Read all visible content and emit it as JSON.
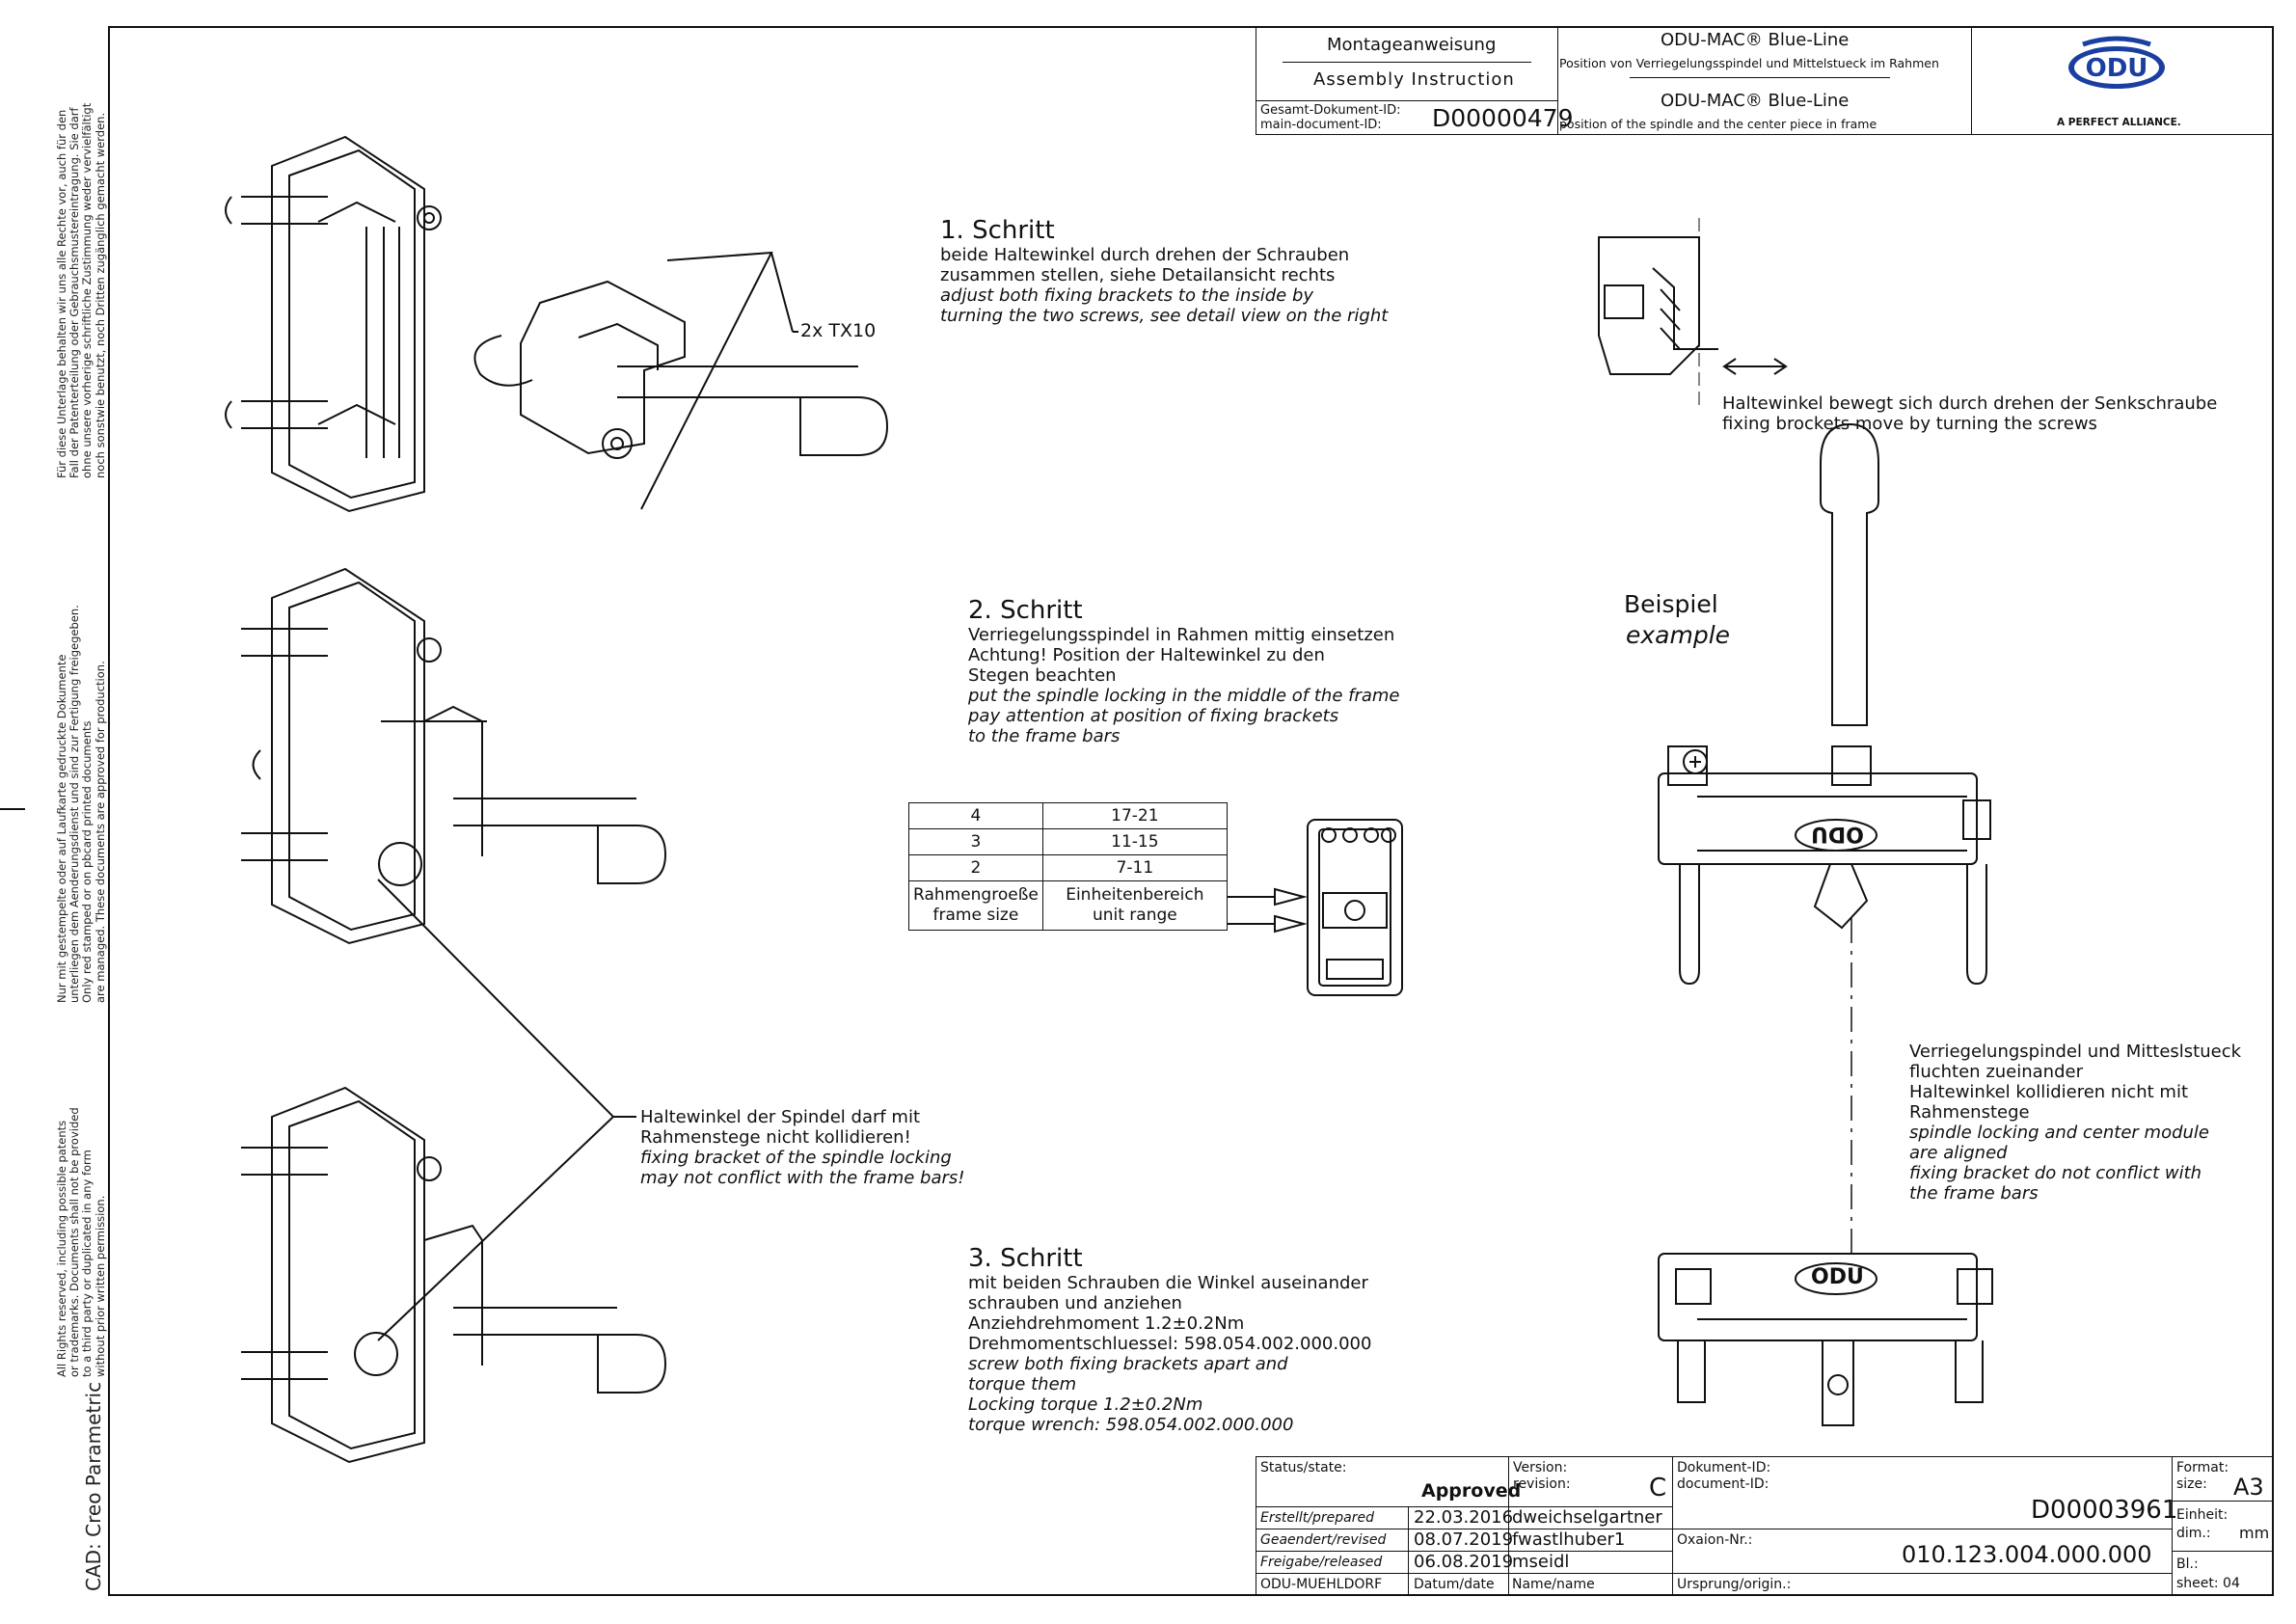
{
  "margin_notes": {
    "top": [
      "Für diese Unterlage behalten wir uns alle Rechte vor, auch für den",
      "Fall der Patenterteilung oder Gebrauchsmustereintragung. Sie darf",
      "ohne unsere vorherige schriftliche Zustimmung weder vervielfältigt",
      "noch sonstwie benutzt, noch Dritten zugänglich gemacht werden."
    ],
    "middle": [
      "Nur mit gestempelte oder auf Laufkarte gedruckte Dokumente",
      "unterliegen dem Aenderungsdienst und sind zur Fertigung freigegeben.",
      "Only red stamped or on pbcard printed documents",
      "are managed. These documents are approved for production."
    ],
    "bottom": [
      "All Rights reserved, including possible patents",
      "or trademarks. Documents shall not be provided",
      "to a third party or duplicated in any form",
      "without prior written permission."
    ],
    "cad": "CAD: Creo Parametric"
  },
  "title_block": {
    "montage_de": "Montageanweisung",
    "montage_en": "Assembly Instruction",
    "main_id_label_de": "Gesamt-Dokument-ID:",
    "main_id_label_en": "main-document-ID:",
    "main_id": "D00000479",
    "product_1": "ODU-MAC® Blue-Line",
    "subtitle_de": "Position von Verriegelungsspindel und Mittelstueck im Rahmen",
    "product_2": "ODU-MAC® Blue-Line",
    "subtitle_en": "position of the spindle and the center piece in frame",
    "logo_text": "ODU",
    "slogan": "A PERFECT ALLIANCE."
  },
  "steps": {
    "step1": {
      "heading": "1. Schritt",
      "lines_de": [
        "beide Haltewinkel durch drehen der Schrauben",
        "zusammen stellen, siehe Detailansicht rechts"
      ],
      "lines_en": [
        "adjust both fixing brackets to the inside by",
        "turning the two screws, see detail view on the right"
      ],
      "callout": "2x TX10"
    },
    "step2": {
      "heading": "2. Schritt",
      "lines_de": [
        "Verriegelungsspindel in Rahmen mittig einsetzen",
        "Achtung! Position der Haltewinkel zu den",
        "Stegen beachten"
      ],
      "lines_en": [
        "put the spindle locking in the middle of the frame",
        "pay attention at position of fixing brackets",
        "to the frame bars"
      ]
    },
    "step3": {
      "heading": "3. Schritt",
      "lines_de": [
        "mit beiden Schrauben die Winkel auseinander",
        "schrauben und anziehen",
        "Anziehdrehmoment 1.2±0.2Nm",
        "Drehmomentschluessel: 598.054.002.000.000"
      ],
      "lines_en": [
        "screw both fixing brackets apart and",
        "torque them",
        "Locking torque 1.2±0.2Nm",
        "torque wrench: 598.054.002.000.000"
      ]
    }
  },
  "detail_note": {
    "de": "Haltewinkel bewegt sich durch drehen der Senkschraube",
    "en": "fixing brockets move by turning the screws"
  },
  "bracket_note": {
    "lines_de": [
      "Haltewinkel der Spindel darf mit",
      "Rahmenstege nicht kollidieren!"
    ],
    "lines_en": [
      "fixing bracket of the spindle locking",
      "may not conflict with the frame bars!"
    ]
  },
  "example": {
    "de": "Beispiel",
    "en": "example"
  },
  "aligned_note": {
    "lines_de": [
      "Verriegelungspindel und Mitteslstueck",
      "fluchten zueinander",
      "Haltewinkel kollidieren nicht mit",
      "Rahmenstege"
    ],
    "lines_en": [
      "spindle locking and center module",
      "are aligned",
      "fixing bracket do not conflict with",
      "the frame bars"
    ]
  },
  "range_table": {
    "rows": [
      [
        "4",
        "17-21"
      ],
      [
        "3",
        "11-15"
      ],
      [
        "2",
        "7-11"
      ]
    ],
    "header_col1": [
      "Rahmengroeße",
      "frame size"
    ],
    "header_col2": [
      "Einheitenbereich",
      "unit range"
    ]
  },
  "frame_label": "ODU",
  "bottom_block": {
    "status_label": [
      "Status/state:"
    ],
    "status_value": "Approved",
    "version_label": [
      "Version:",
      "revision:"
    ],
    "version_value": "C",
    "doc_id_label": [
      "Dokument-ID:",
      "document-ID:"
    ],
    "doc_id": "D00003961",
    "format_label": [
      "Format:",
      "size:"
    ],
    "format_value": "A3",
    "unit_label": [
      "Einheit:",
      "dim.:"
    ],
    "unit_value": "mm",
    "sheet_label": [
      "Bl.:",
      "sheet: 04"
    ],
    "rows": [
      {
        "label": "Erstellt/prepared",
        "date": "22.03.2016",
        "name": "dweichselgartner"
      },
      {
        "label": "Geaendert/revised",
        "date": "08.07.2019",
        "name": "fwastlhuber1"
      },
      {
        "label": "Freigabe/released",
        "date": "06.08.2019",
        "name": "mseidl"
      },
      {
        "label": "ODU-MUEHLDORF",
        "date": "Datum/date",
        "name": "Name/name"
      }
    ],
    "oxaion_label": "Oxaion-Nr.:",
    "oxaion_value": "010.123.004.000.000",
    "origin_label": "Ursprung/origin.:"
  },
  "icons": [
    "odu-logo-icon",
    "double-arrow-icon",
    "screw-icon",
    "locking-spindle-icon"
  ]
}
